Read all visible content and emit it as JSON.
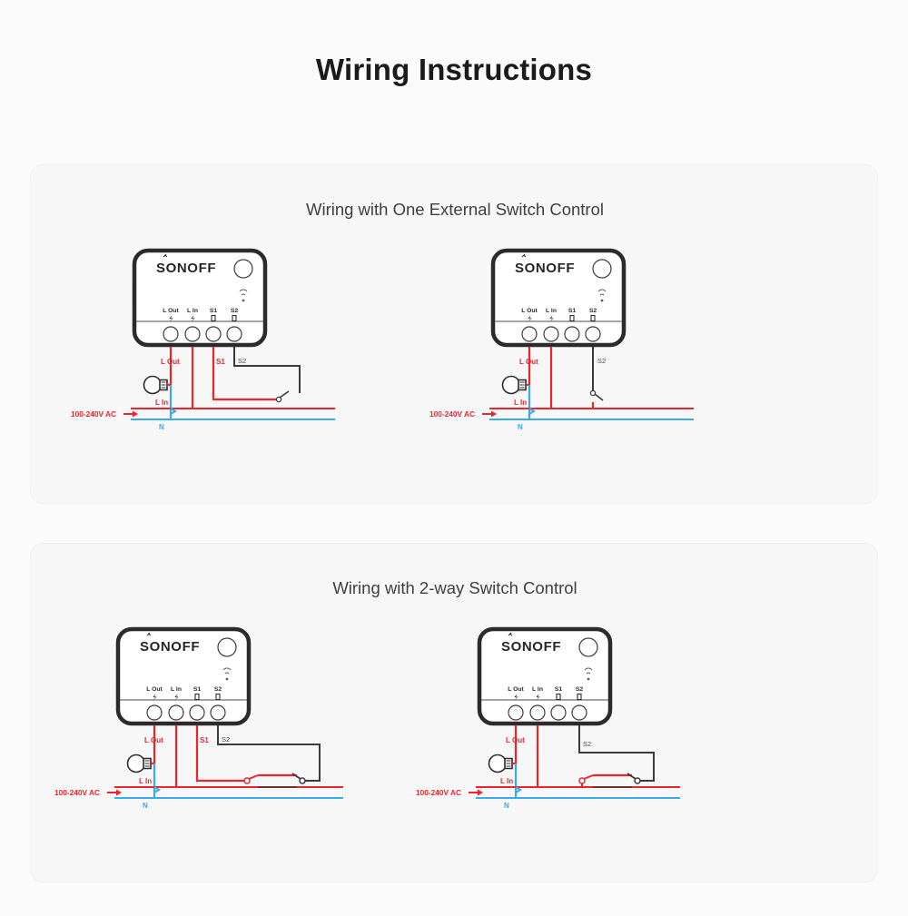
{
  "page": {
    "title": "Wiring Instructions",
    "background_color": "#fbfbfb"
  },
  "colors": {
    "live_red": "#e8262e",
    "neutral_blue": "#3aabe8",
    "switch_dark": "#3a3a3a",
    "device_outline": "#2b2b2b",
    "panel_bg": "#f7f7f7"
  },
  "panels": [
    {
      "heading": "Wiring with One External Switch Control",
      "diagrams": [
        {
          "id": "diagram-one-switch-s1",
          "device": {
            "brand": "SONOFF",
            "wifi_icon": "wifi-icon",
            "button_icon": "power-button-icon",
            "terminals": [
              {
                "label": "L Out",
                "icon": "lightning-bolt-icon"
              },
              {
                "label": "L In",
                "icon": "lightning-bolt-icon"
              },
              {
                "label": "S1",
                "icon": "switch-terminal-icon"
              },
              {
                "label": "S2",
                "icon": "switch-terminal-icon"
              }
            ]
          },
          "wire_labels": {
            "l_out": "L Out",
            "s1": "S1",
            "s2": "S2",
            "l_in": "L In",
            "n": "N",
            "supply": "100-240V AC"
          },
          "switch_type": "one-way",
          "active_terminal": "S1"
        },
        {
          "id": "diagram-one-switch-s2",
          "device": {
            "brand": "SONOFF",
            "wifi_icon": "wifi-icon",
            "button_icon": "power-button-icon",
            "terminals": [
              {
                "label": "L Out",
                "icon": "lightning-bolt-icon"
              },
              {
                "label": "L In",
                "icon": "lightning-bolt-icon"
              },
              {
                "label": "S1",
                "icon": "switch-terminal-icon"
              },
              {
                "label": "S2",
                "icon": "switch-terminal-icon"
              }
            ]
          },
          "wire_labels": {
            "l_out": "L Out",
            "s2": "S2",
            "l_in": "L In",
            "n": "N",
            "supply": "100-240V AC"
          },
          "switch_type": "one-way",
          "active_terminal": "S2"
        }
      ]
    },
    {
      "heading": "Wiring with 2-way Switch Control",
      "diagrams": [
        {
          "id": "diagram-two-way-s1",
          "device": {
            "brand": "SONOFF",
            "wifi_icon": "wifi-icon",
            "button_icon": "power-button-icon",
            "terminals": [
              {
                "label": "L Out",
                "icon": "lightning-bolt-icon"
              },
              {
                "label": "L In",
                "icon": "lightning-bolt-icon"
              },
              {
                "label": "S1",
                "icon": "switch-terminal-icon"
              },
              {
                "label": "S2",
                "icon": "switch-terminal-icon"
              }
            ]
          },
          "wire_labels": {
            "l_out": "L Out",
            "s1": "S1",
            "s2": "S2",
            "l_in": "L In",
            "n": "N",
            "supply": "100-240V AC"
          },
          "switch_type": "two-way",
          "active_terminal": "S1"
        },
        {
          "id": "diagram-two-way-s2",
          "device": {
            "brand": "SONOFF",
            "wifi_icon": "wifi-icon",
            "button_icon": "power-button-icon",
            "terminals": [
              {
                "label": "L Out",
                "icon": "lightning-bolt-icon"
              },
              {
                "label": "L In",
                "icon": "lightning-bolt-icon"
              },
              {
                "label": "S1",
                "icon": "switch-terminal-icon"
              },
              {
                "label": "S2",
                "icon": "switch-terminal-icon"
              }
            ]
          },
          "wire_labels": {
            "l_out": "L Out",
            "s2": "S2",
            "l_in": "L In",
            "n": "N",
            "supply": "100-240V AC"
          },
          "switch_type": "two-way",
          "active_terminal": "S2"
        }
      ]
    }
  ]
}
